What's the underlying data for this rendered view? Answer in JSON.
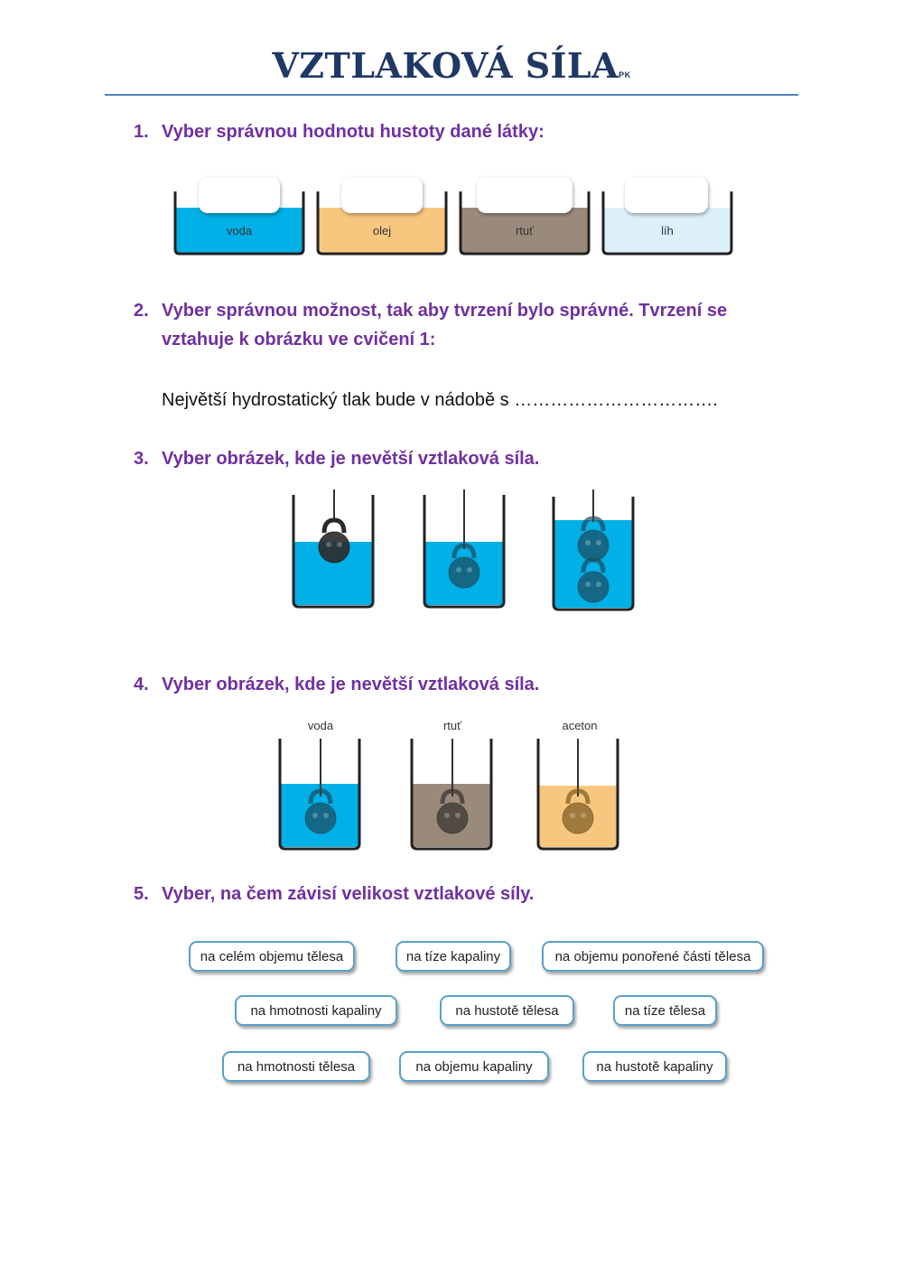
{
  "title": {
    "main": "VZTLAKOVÁ SÍLA",
    "mark": "PK"
  },
  "q1": {
    "number": "1.",
    "text": "Vyber správnou hodnotu hustoty dané látky:",
    "containers": [
      {
        "label": "voda",
        "color": "#00b0e6"
      },
      {
        "label": "olej",
        "color": "#f7c77f"
      },
      {
        "label": "rtuť",
        "color": "#9a8a7b"
      },
      {
        "label": "líh",
        "color": "#dcf0fa"
      }
    ]
  },
  "q2": {
    "number": "2.",
    "text": "Vyber správnou možnost, tak aby tvrzení bylo správné. Tvrzení se vztahuje k obrázku ve cvičení 1:",
    "statement": "Největší hydrostatický tlak bude v nádobě s ……………………………."
  },
  "q3": {
    "number": "3.",
    "text": "Vyber obrázek, kde je nevětší vztlaková síla.",
    "liquid_color": "#00b0e6"
  },
  "q4": {
    "number": "4.",
    "text": "Vyber obrázek, kde je nevětší vztlaková síla.",
    "beakers": [
      {
        "label": "voda",
        "color": "#00b0e6"
      },
      {
        "label": "rtuť",
        "color": "#9a8a7b"
      },
      {
        "label": "aceton",
        "color": "#f7c77f"
      }
    ]
  },
  "q5": {
    "number": "5.",
    "text": "Vyber, na čem závisí velikost vztlakové síly.",
    "options": [
      "na celém objemu tělesa",
      "na tíze kapaliny",
      "na objemu ponořené části tělesa",
      "na hmotnosti kapaliny",
      "na hustotě tělesa",
      "na tíze tělesa",
      "na hmotnosti tělesa",
      "na objemu kapaliny",
      "na hustotě kapaliny"
    ]
  },
  "colors": {
    "title": "#1f3864",
    "question": "#7030a0",
    "rule": "#4f81bd"
  }
}
